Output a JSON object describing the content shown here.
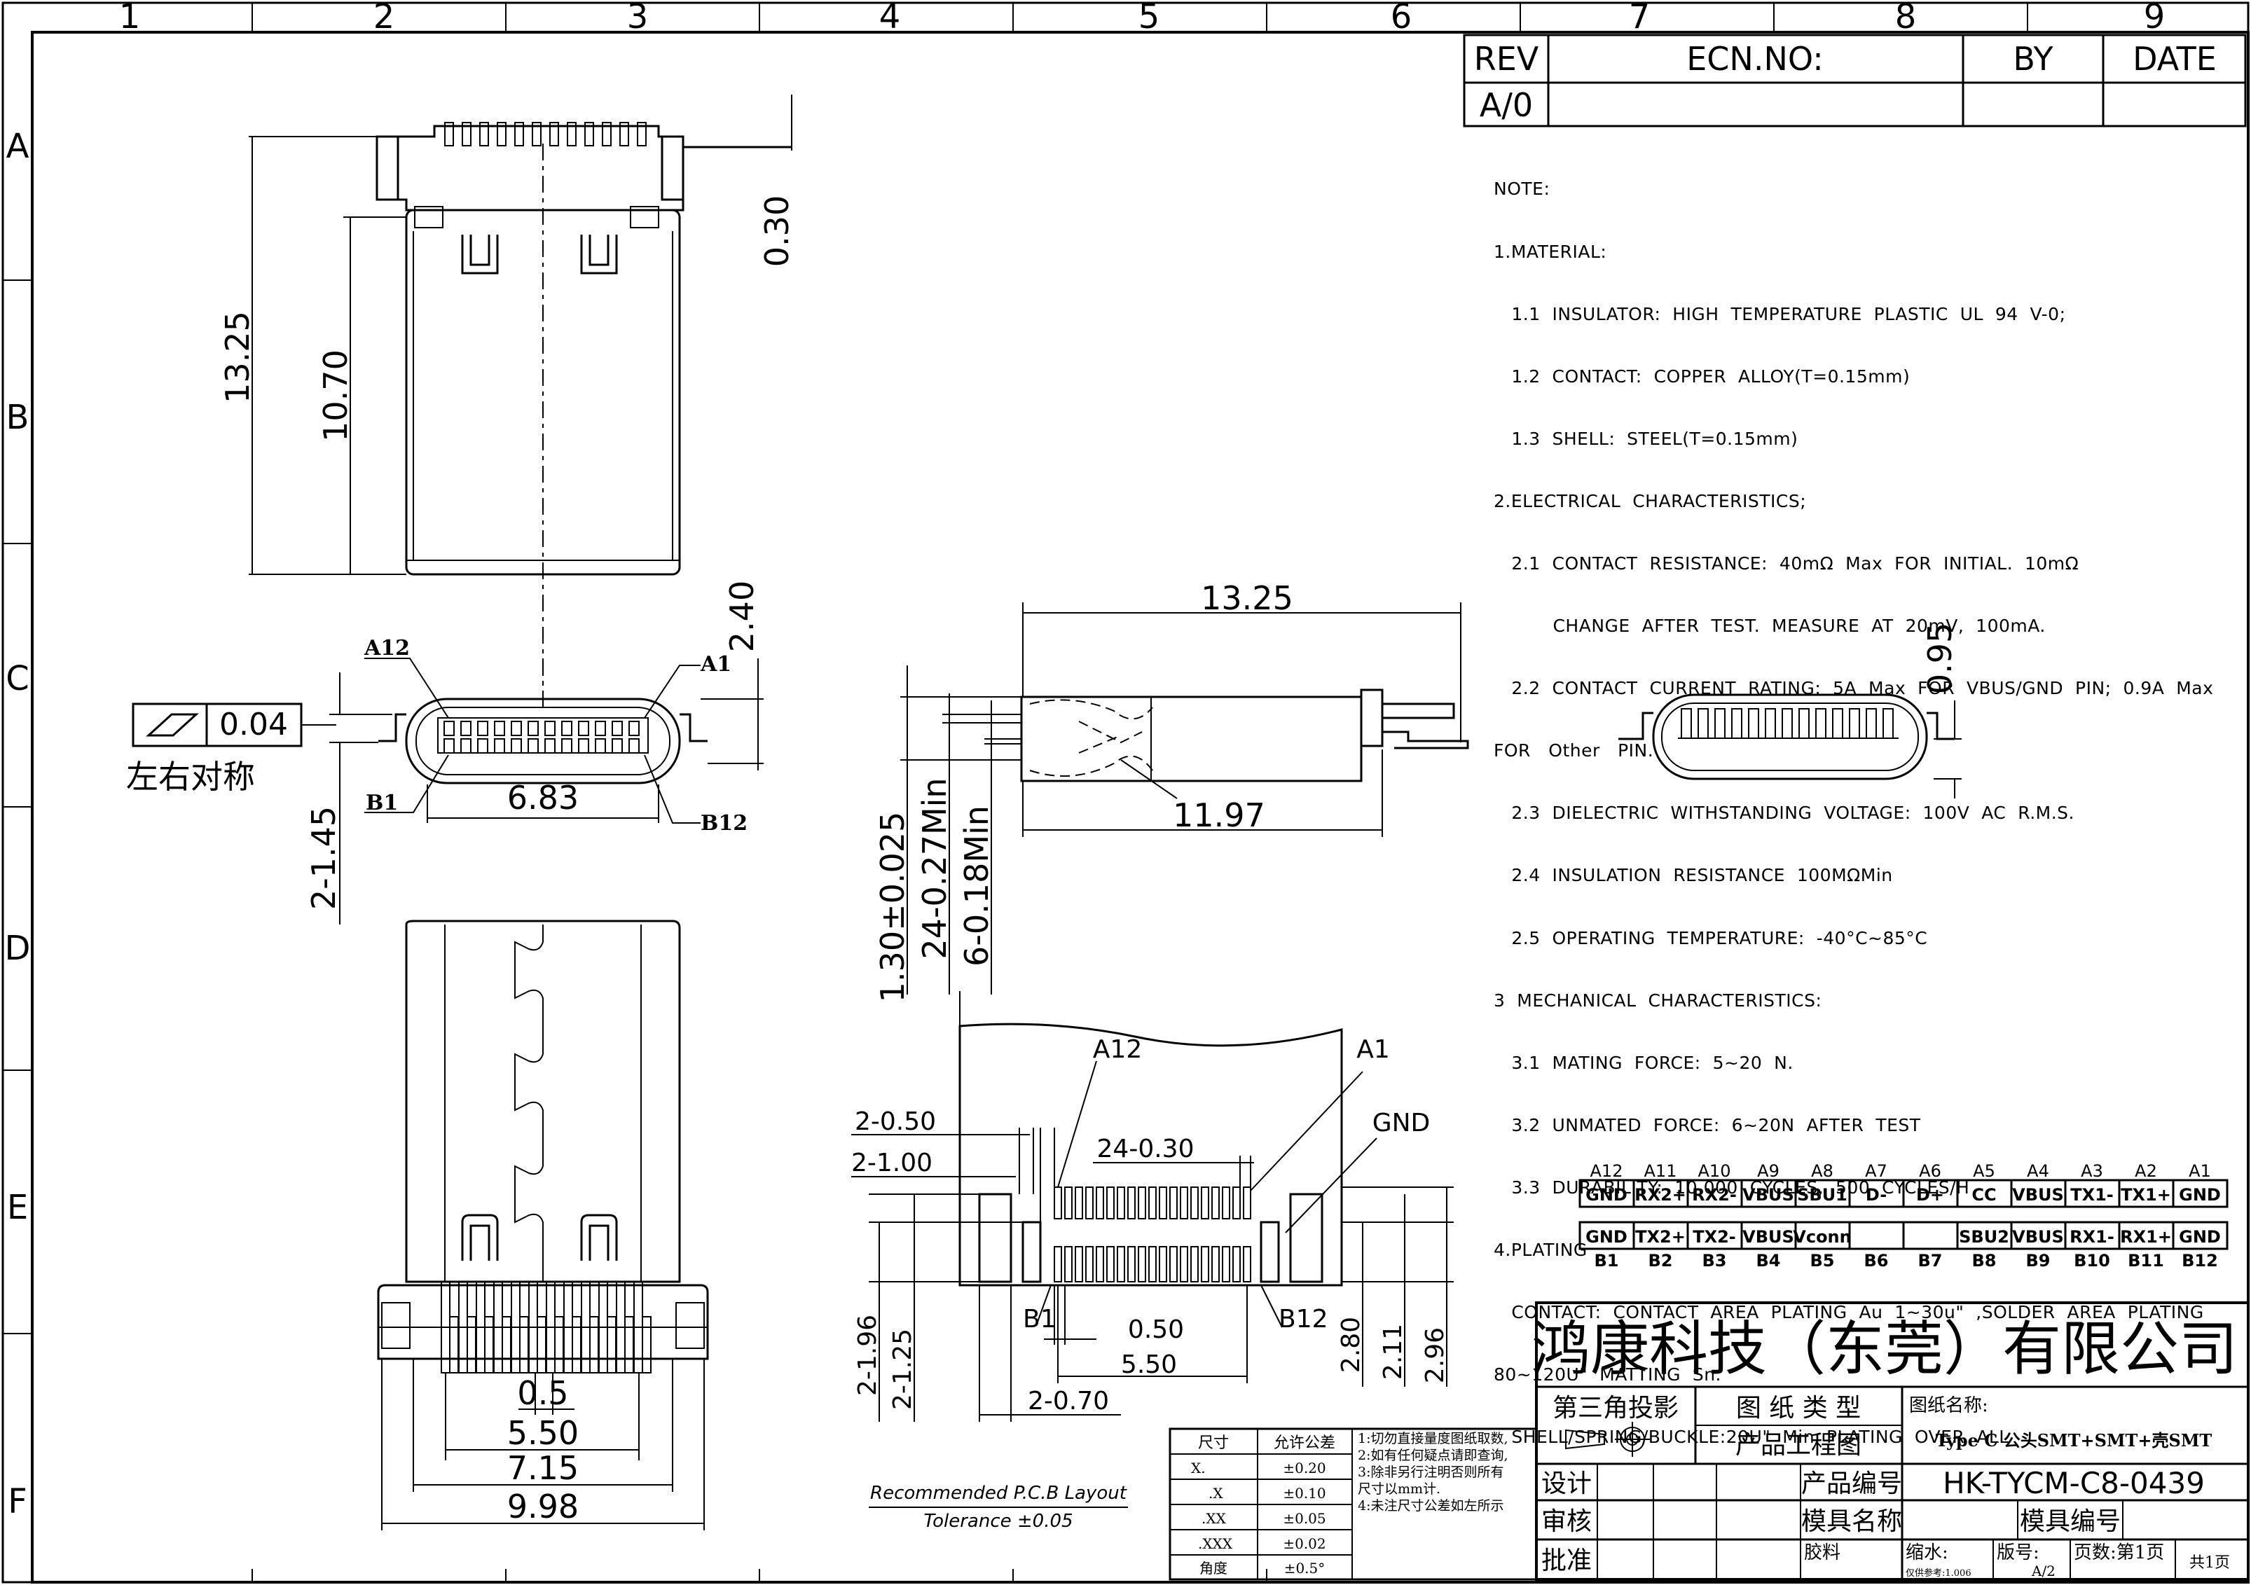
{
  "border": {
    "cols": [
      "1",
      "2",
      "3",
      "4",
      "5",
      "6",
      "7",
      "8",
      "9"
    ],
    "rows": [
      "A",
      "B",
      "C",
      "D",
      "E",
      "F"
    ]
  },
  "revision_block": {
    "rev_header": "REV",
    "ecn_header": "ECN.NO:",
    "by_header": "BY",
    "date_header": "DATE",
    "rev_value": "A/0"
  },
  "notes": [
    "NOTE:",
    "1.MATERIAL:",
    "   1.1  INSULATOR:  HIGH  TEMPERATURE  PLASTIC  UL  94  V-0;",
    "   1.2  CONTACT:  COPPER  ALLOY(T=0.15mm)",
    "   1.3  SHELL:  STEEL(T=0.15mm)",
    "2.ELECTRICAL  CHARACTERISTICS;",
    "   2.1  CONTACT  RESISTANCE:  40mΩ  Max  FOR  INITIAL.  10mΩ",
    "          CHANGE  AFTER  TEST.  MEASURE  AT  20mV,  100mA.",
    "   2.2  CONTACT  CURRENT  RATING:  5A  Max  FOR  VBUS/GND  PIN;  0.9A  Max",
    "FOR   Other   PIN.",
    "   2.3  DIELECTRIC  WITHSTANDING  VOLTAGE:  100V  AC  R.M.S.",
    "   2.4  INSULATION  RESISTANCE  100MΩMin",
    "   2.5  OPERATING  TEMPERATURE:  -40°C~85°C",
    "3  MECHANICAL  CHARACTERISTICS:",
    "   3.1  MATING  FORCE:  5~20  N.",
    "   3.2  UNMATED  FORCE:  6~20N  AFTER  TEST",
    "   3.3  DURABILITY:  10,000  CYCLES,  500  CYCLES/H",
    "4.PLATING",
    "   CONTACT:  CONTACT  AREA  PLATING  Au  1~30u\"  ,SOLDER  AREA  PLATING",
    "80~120U\"  MATTING  Sn.",
    "   SHELL/SPRING/BUCKLE:20U\"  Min  PLATING  OVER  ALL"
  ],
  "dimensions": {
    "top_total_length": "13.25",
    "top_body_length": "10.70",
    "top_tab": "0.30",
    "front_height": "2.40",
    "front_width": "6.83",
    "front_lead": "2-1.45",
    "side_length": "13.25",
    "side_body": "11.97",
    "side_height": "0.95",
    "v_pitch": "1.30±0.025",
    "v_pins": "24-0.27Min",
    "v_gnd": "6-0.18Min",
    "bottom_pitch": "0.5",
    "bottom_550": "5.50",
    "bottom_715": "7.15",
    "bottom_998": "9.98",
    "pcb_050a": "2-0.50",
    "pcb_100": "2-1.00",
    "pcb_24": "24-0.30",
    "pcb_050": "0.50",
    "pcb_550": "5.50",
    "pcb_070": "2-0.70",
    "pcb_196": "2-1.96",
    "pcb_125": "2-1.25",
    "pcb_280": "2.80",
    "pcb_211": "2.11",
    "pcb_296": "2.96"
  },
  "labels": {
    "a12": "A12",
    "a1": "A1",
    "b1": "B1",
    "b12": "B12",
    "gnd": "GND",
    "flatness": "0.04",
    "symmetric": "左右对称",
    "pcb_caption": "Recommended  P.C.B  Layout",
    "pcb_tolerance": "Tolerance  ±0.05"
  },
  "pinout": {
    "a_labels": [
      "A12",
      "A11",
      "A10",
      "A9",
      "A8",
      "A7",
      "A6",
      "A5",
      "A4",
      "A3",
      "A2",
      "A1"
    ],
    "a_signals": [
      "GND",
      "RX2+",
      "RX2-",
      "VBUS",
      "SBU1",
      "D-",
      "D+",
      "CC",
      "VBUS",
      "TX1-",
      "TX1+",
      "GND"
    ],
    "b_signals": [
      "GND",
      "TX2+",
      "TX2-",
      "VBUS",
      "Vconn",
      "",
      "",
      "SBU2",
      "VBUS",
      "RX1-",
      "RX1+",
      "GND"
    ],
    "b_labels": [
      "B1",
      "B2",
      "B3",
      "B4",
      "B5",
      "B6",
      "B7",
      "B8",
      "B9",
      "B10",
      "B11",
      "B12"
    ]
  },
  "tolerance_table": {
    "headers": [
      "尺寸",
      "允许公差"
    ],
    "rows": [
      [
        "X.",
        "±0.20"
      ],
      [
        ".X",
        "±0.10"
      ],
      [
        ".XX",
        "±0.05"
      ],
      [
        ".XXX",
        "±0.02"
      ],
      [
        "角度",
        "±0.5°"
      ]
    ],
    "notes": [
      "1:切勿直接量度图纸取数,",
      "2:如有任何疑点请即查询,",
      "3:除非另行注明否则所有",
      "   尺寸以mm计.",
      "4:未注尺寸公差如左所示"
    ]
  },
  "title_block": {
    "company": "鸿康科技（东莞）有限公司",
    "projection": "第三角投影",
    "drawing_type_label": "图 纸 类 型",
    "drawing_type": "产品工程图",
    "drawing_name_label": "图纸名称:",
    "drawing_name": "Type C 公头SMT+SMT+壳SMT",
    "design": "设计",
    "product_no_label": "产品编号",
    "product_no": "HK-TYCM-C8-0439",
    "review": "审核",
    "mold_name_label": "模具名称",
    "mold_no_label": "模具编号",
    "approve": "批准",
    "plastic": "胶料",
    "scale_label": "缩水:",
    "scale_note": "仅供参考:1.006",
    "version_label": "版号:",
    "version": "A/2",
    "pages": "页数:第1页",
    "total": "共1页"
  }
}
